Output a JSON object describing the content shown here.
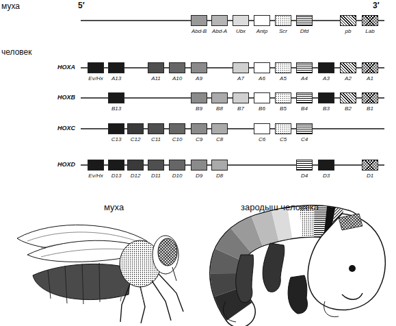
{
  "diagram": {
    "nodes": [
      {
        "text": [
          "Abd-B"
        ]
      },
      {
        "text": [
          "Abd-A"
        ]
      },
      {
        "text": [
          "Ubx"
        ]
      },
      {
        "text": [
          "Antp"
        ]
      },
      {
        "text": [
          "Scr"
        ]
      },
      {
        "text": [
          "Dfd"
        ]
      },
      {
        "text": [
          "pb"
        ]
      },
      {
        "text": [
          "Lab"
        ]
      },
      {
        "text": [
          "Ev/Hx"
        ]
      },
      {
        "text": [
          "A13"
        ]
      },
      {
        "text": [
          "A11"
        ]
      },
      {
        "text": [
          "A10"
        ]
      },
      {
        "text": [
          "A9"
        ]
      },
      {
        "text": [
          "A7"
        ]
      },
      {
        "text": [
          "A6"
        ]
      },
      {
        "text": [
          "A5"
        ]
      },
      {
        "text": [
          "A4"
        ]
      },
      {
        "text": [
          "A3"
        ]
      },
      {
        "text": [
          "A2"
        ]
      },
      {
        "text": [
          "A1"
        ]
      },
      {
        "text": [
          "B13"
        ]
      },
      {
        "text": [
          "B9"
        ]
      },
      {
        "text": [
          "B8"
        ]
      },
      {
        "text": [
          "B7"
        ]
      },
      {
        "text": [
          "B6"
        ]
      },
      {
        "text": [
          "B5"
        ]
      },
      {
        "text": [
          "B4"
        ]
      },
      {
        "text": [
          "B3"
        ]
      },
      {
        "text": [
          "B2"
        ]
      },
      {
        "text": [
          "B1"
        ]
      },
      {
        "text": [
          "C13"
        ]
      },
      {
        "text": [
          "C12"
        ]
      },
      {
        "text": [
          "C11"
        ]
      },
      {
        "text": [
          "C10"
        ]
      },
      {
        "text": [
          "C9"
        ]
      },
      {
        "text": [
          "C8"
        ]
      },
      {
        "text": [
          "C6"
        ]
      },
      {
        "text": [
          "C5"
        ]
      },
      {
        "text": [
          "C4"
        ]
      },
      {
        "text": [
          "Ev/Hx"
        ]
      },
      {
        "text": [
          "D13"
        ]
      },
      {
        "text": [
          "D12"
        ]
      },
      {
        "text": [
          "D11"
        ]
      },
      {
        "text": [
          "D10"
        ]
      },
      {
        "text": [
          "D9"
        ]
      },
      {
        "text": [
          "D8"
        ]
      },
      {
        "text": [
          "D4"
        ]
      },
      {
        "text": [
          "D3"
        ]
      },
      {
        "text": [
          "D1"
        ]
      }
    ],
    "labels": [
      "муха",
      "5′",
      "3′",
      "человек",
      "HOXA",
      "HOXB",
      "HOXC",
      "HOXD",
      "муха",
      "зародыш человека"
    ]
  }
}
